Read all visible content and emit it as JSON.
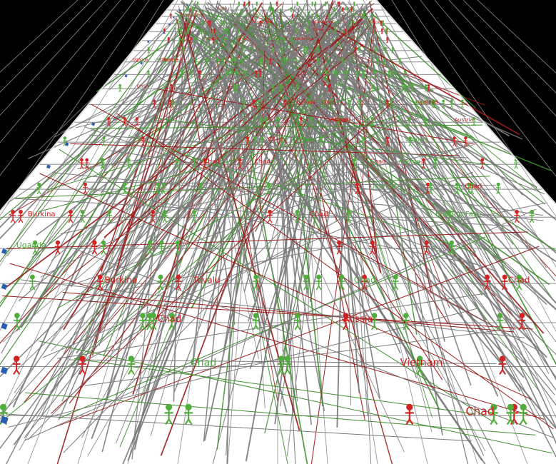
{
  "view": {
    "background": "#000000",
    "plane_color": "#ffffff",
    "grid_color": "#8c8c8c",
    "edge_color": "#dcdcdc",
    "colors": {
      "link_gray": "#7a7a7a",
      "link_red": "#9b1a1a",
      "link_green": "#3f8f2f",
      "node_green": "#4fae3a",
      "node_red": "#d22222",
      "node_blue": "#2a5fae",
      "label_red": "#cc1c1c",
      "label_green": "#4aa83a"
    }
  },
  "labels": [
    {
      "text": "Burkina Faso",
      "color": "green"
    },
    {
      "text": "Burkina Faso",
      "color": "green"
    },
    {
      "text": "Burkina Faso",
      "color": "red"
    },
    {
      "text": "Burkina",
      "color": "green"
    },
    {
      "text": "Burkina",
      "color": "red"
    },
    {
      "text": "Burkina",
      "color": "red"
    },
    {
      "text": "Burkina",
      "color": "green"
    },
    {
      "text": "Chad",
      "color": "green"
    },
    {
      "text": "Chad",
      "color": "red"
    },
    {
      "text": "Chad",
      "color": "red"
    },
    {
      "text": "Chad",
      "color": "green"
    },
    {
      "text": "Chad",
      "color": "red"
    },
    {
      "text": "Chad",
      "color": "red"
    },
    {
      "text": "Chad",
      "color": "green"
    },
    {
      "text": "Chad",
      "color": "green"
    },
    {
      "text": "Chad",
      "color": "red"
    },
    {
      "text": "Chad",
      "color": "red"
    },
    {
      "text": "Chad",
      "color": "red"
    },
    {
      "text": "Vietnam",
      "color": "green"
    },
    {
      "text": "Vietnam",
      "color": "green"
    },
    {
      "text": "Vietnam",
      "color": "red"
    },
    {
      "text": "Vietnam",
      "color": "red"
    },
    {
      "text": "Vietnam",
      "color": "green"
    },
    {
      "text": "Uganda",
      "color": "green"
    },
    {
      "text": "Uganda",
      "color": "red"
    },
    {
      "text": "Uganda",
      "color": "red"
    },
    {
      "text": "Uganda",
      "color": "green"
    },
    {
      "text": "Uganda",
      "color": "green"
    },
    {
      "text": "Uganda",
      "color": "red"
    },
    {
      "text": "Austria",
      "color": "green"
    },
    {
      "text": "Austria",
      "color": "red"
    },
    {
      "text": "Austria",
      "color": "green"
    },
    {
      "text": "Austria",
      "color": "red"
    },
    {
      "text": "Austria",
      "color": "red"
    },
    {
      "text": "Puerto Rico",
      "color": "green"
    },
    {
      "text": "Puerto Rico",
      "color": "red"
    },
    {
      "text": "Puerto Rico",
      "color": "red"
    },
    {
      "text": "Russia",
      "color": "red"
    },
    {
      "text": "Russia",
      "color": "red"
    },
    {
      "text": "Russia",
      "color": "green"
    },
    {
      "text": "Tuvalu",
      "color": "red"
    },
    {
      "text": "Tuvalu",
      "color": "red"
    },
    {
      "text": "Tuvalu",
      "color": "red"
    },
    {
      "text": "Tuvalu",
      "color": "red"
    },
    {
      "text": "Chad",
      "color": "red"
    },
    {
      "text": "Chad",
      "color": "red"
    },
    {
      "text": "Chad",
      "color": "green"
    },
    {
      "text": "Uganda",
      "color": "red"
    },
    {
      "text": "Chad",
      "color": "red"
    },
    {
      "text": "Chad",
      "color": "red"
    },
    {
      "text": "Chad",
      "color": "green"
    },
    {
      "text": "Chad",
      "color": "red"
    },
    {
      "text": "Chad",
      "color": "red"
    },
    {
      "text": "Chad",
      "color": "red"
    },
    {
      "text": "Chad",
      "color": "red"
    }
  ]
}
